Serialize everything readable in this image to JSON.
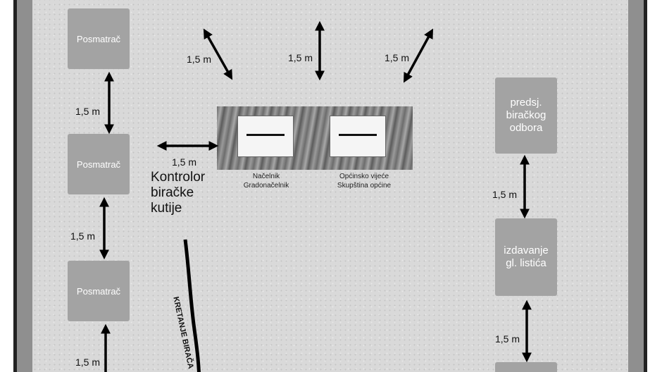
{
  "distance": "1,5 m",
  "observers": [
    "Posmatrač",
    "Posmatrač",
    "Posmatrač"
  ],
  "controller": "Kontrolor\nbiračke\nkutije",
  "ballot_boxes": [
    {
      "caption": "Načelnik\nGradonačelnik"
    },
    {
      "caption": "Općinsko vijeće\nSkupština općine"
    }
  ],
  "officials": [
    {
      "label": "predsj.\nbiračkog\nodbora"
    },
    {
      "label": "izdavanje\ngl. listića"
    }
  ],
  "voter_path_label": "KRETANJE BIRAČA"
}
